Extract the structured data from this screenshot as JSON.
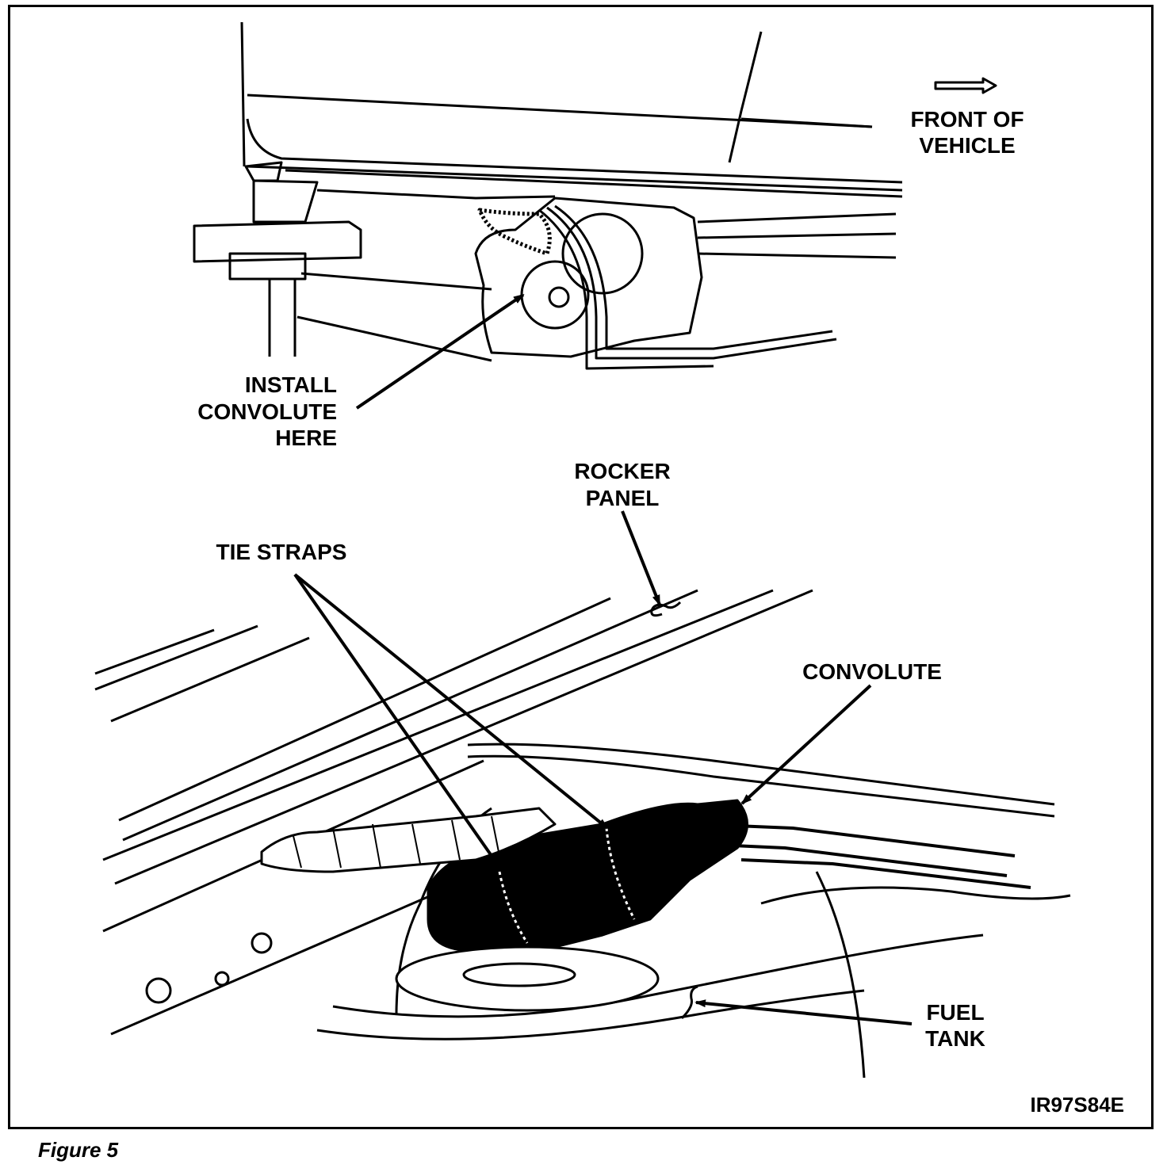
{
  "figure_caption": "Figure 5",
  "drawing_id": "IR97S84E",
  "labels": {
    "front_of_vehicle": [
      "FRONT OF",
      "VEHICLE"
    ],
    "install_convolute": [
      "INSTALL",
      "CONVOLUTE",
      "HERE"
    ],
    "rocker_panel": [
      "ROCKER",
      "PANEL"
    ],
    "tie_straps": "TIE STRAPS",
    "convolute": "CONVOLUTE",
    "fuel_tank": [
      "FUEL",
      "TANK"
    ]
  },
  "colors": {
    "ink": "#000000",
    "paper": "#ffffff"
  }
}
